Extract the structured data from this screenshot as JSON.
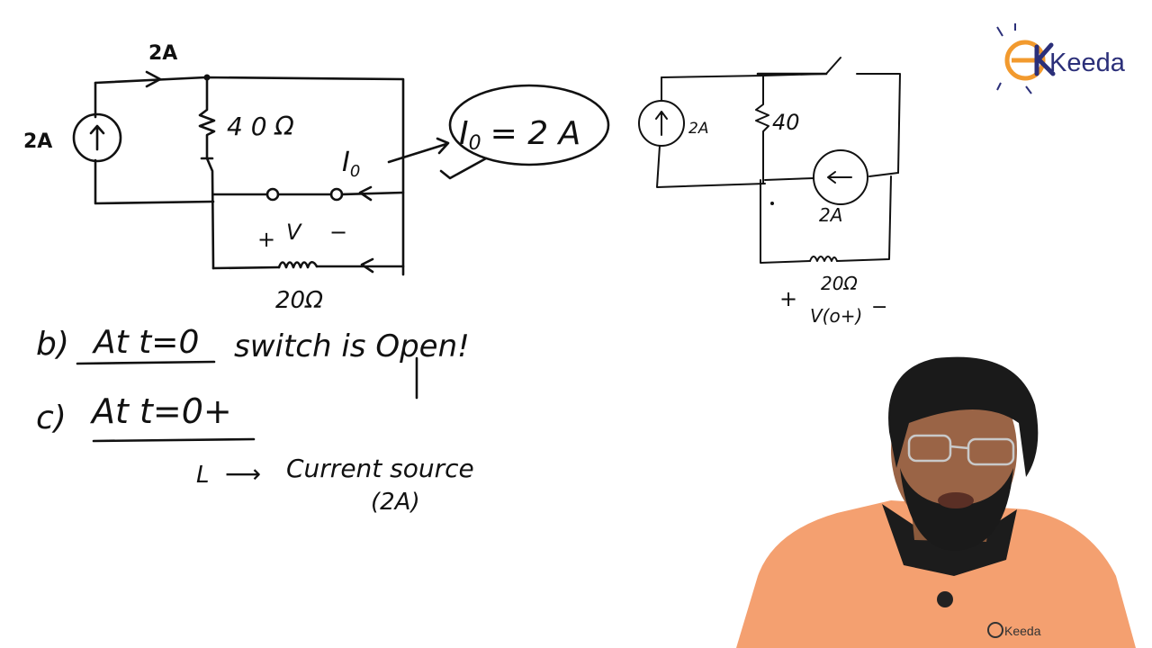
{
  "brand": {
    "name": "Keeda",
    "colors": {
      "orange": "#f29a2e",
      "navy": "#2b2f79",
      "shirt": "#f4a070"
    }
  },
  "circuit_left": {
    "source_label": "2A",
    "top_current_label": "2A",
    "resistor_label": "4 0 Ω",
    "io_label": "I",
    "io_sub": "0",
    "callout_text": "I",
    "callout_sub": "0",
    "callout_rest": "= 2 A",
    "voltage_plus": "+",
    "voltage_v": "V",
    "voltage_minus": "−",
    "bottom_resistor_label": "20Ω"
  },
  "circuit_right": {
    "source_label": "2A",
    "resistor_label": "40",
    "source2_label": "2A",
    "bottom_resistor_label": "20Ω",
    "plus": "+",
    "voltage_label": "V(o+)",
    "minus": "−"
  },
  "notes": {
    "b_label": "b)",
    "b_underlined": "At t=0",
    "b_rest": "switch is Open!",
    "c_label": "c)",
    "c_underlined": "At   t=0+",
    "l_symbol": "L",
    "arrow": "⟶",
    "current_source": "Current source",
    "two_a": "(2A)"
  },
  "presenter": {
    "shirt_logo": "Keeda"
  }
}
